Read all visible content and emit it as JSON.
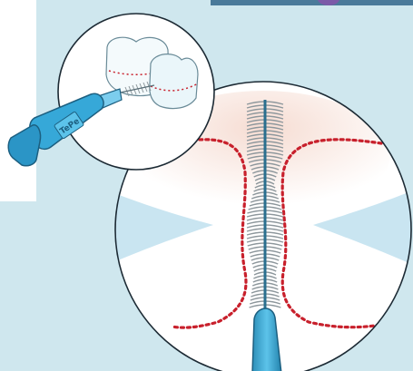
{
  "brush_handle_logo": "TePe",
  "colors": {
    "background": "#cfe7ee",
    "handle_blue": "#36a8d8",
    "gum_outline_red": "#c8202c",
    "circle_outline": "#1c2a34",
    "bristle_grey": "#8d979c"
  },
  "illustration": {
    "small_inset": "interdental-brush-inserted-between-molars",
    "large_inset": "magnified-brush-bristles-in-interdental-space"
  }
}
